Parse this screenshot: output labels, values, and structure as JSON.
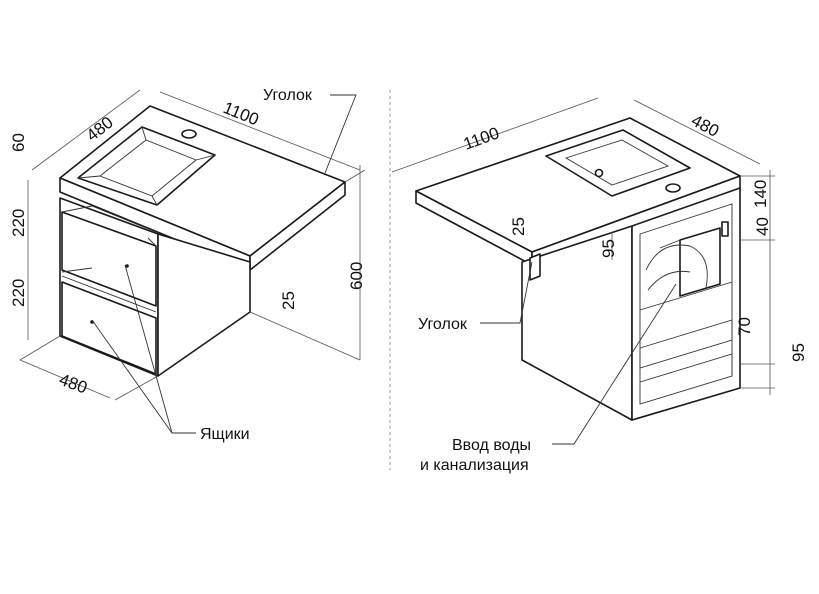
{
  "left_view": {
    "label_corner": "Уголок",
    "label_drawers": "Ящики",
    "dims": {
      "top_width": "1100",
      "top_depth": "480",
      "countertop_thickness": "60",
      "drawer_upper": "220",
      "drawer_lower": "220",
      "height": "600",
      "corner_thickness": "25",
      "base_depth": "480"
    }
  },
  "right_view": {
    "label_corner": "Уголок",
    "label_inlet_line1": "Ввод воды",
    "label_inlet_line2": "и канализация",
    "dims": {
      "top_width": "1100",
      "top_depth": "480",
      "corner_thickness": "25",
      "rear_gap": "95",
      "side_140": "140",
      "side_40": "40",
      "side_70": "70",
      "bottom_95": "95"
    }
  }
}
